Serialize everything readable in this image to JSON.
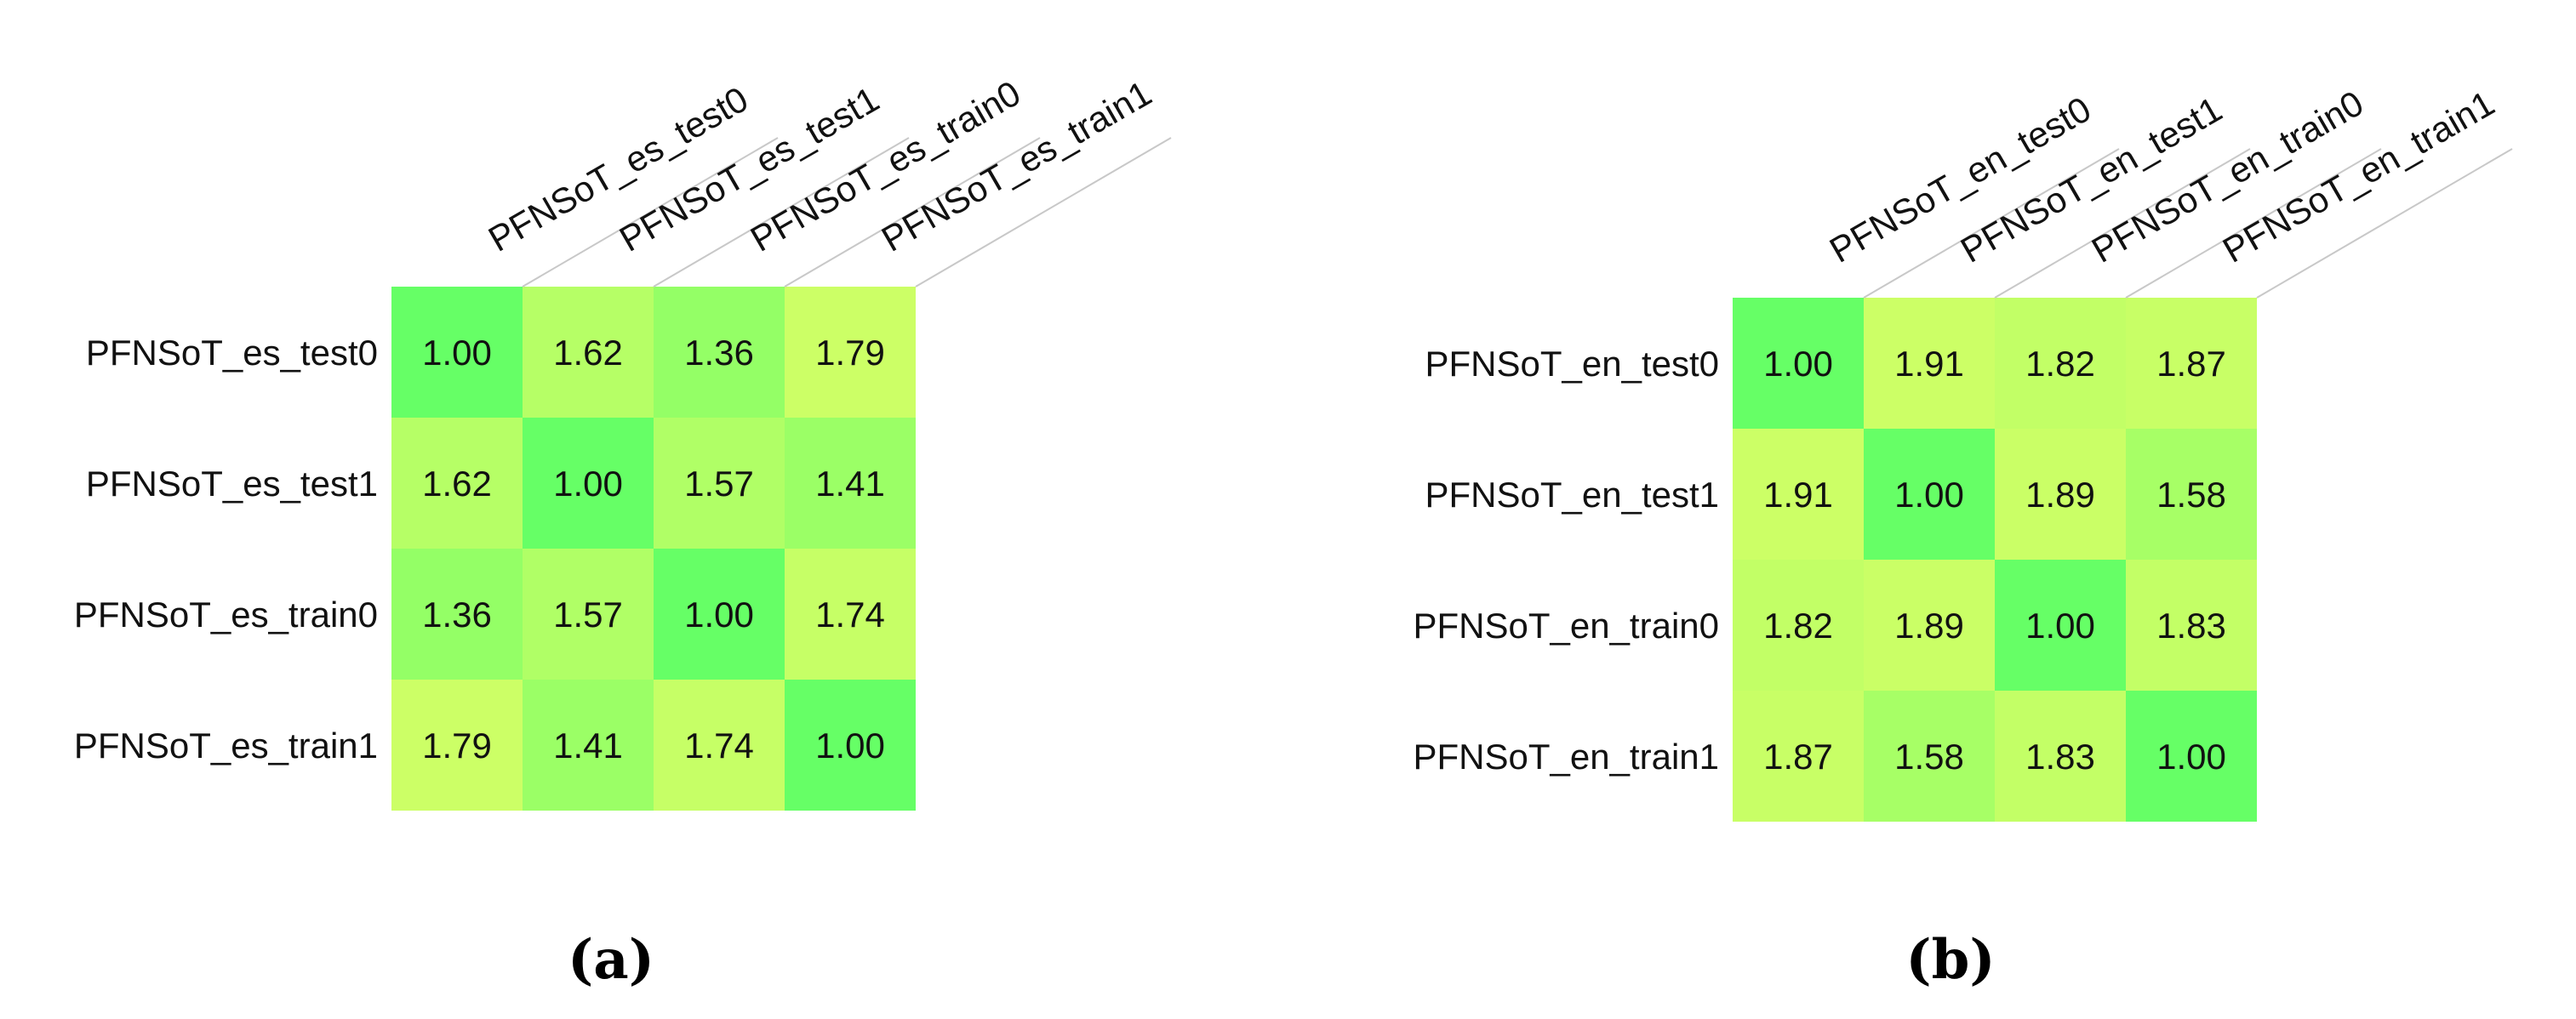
{
  "chart_data": [
    {
      "type": "heatmap",
      "caption": "(a)",
      "rows": [
        "PFNSoT_es_test0",
        "PFNSoT_es_test1",
        "PFNSoT_es_train0",
        "PFNSoT_es_train1"
      ],
      "columns": [
        "PFNSoT_es_test0",
        "PFNSoT_es_test1",
        "PFNSoT_es_train0",
        "PFNSoT_es_train1"
      ],
      "values": [
        [
          1.0,
          1.62,
          1.36,
          1.79
        ],
        [
          1.62,
          1.0,
          1.57,
          1.41
        ],
        [
          1.36,
          1.57,
          1.0,
          1.74
        ],
        [
          1.79,
          1.41,
          1.74,
          1.0
        ]
      ],
      "value_labels": [
        [
          "1.00",
          "1.62",
          "1.36",
          "1.79"
        ],
        [
          "1.62",
          "1.00",
          "1.57",
          "1.41"
        ],
        [
          "1.36",
          "1.57",
          "1.00",
          "1.74"
        ],
        [
          "1.79",
          "1.41",
          "1.74",
          "1.00"
        ]
      ]
    },
    {
      "type": "heatmap",
      "caption": "(b)",
      "rows": [
        "PFNSoT_en_test0",
        "PFNSoT_en_test1",
        "PFNSoT_en_train0",
        "PFNSoT_en_train1"
      ],
      "columns": [
        "PFNSoT_en_test0",
        "PFNSoT_en_test1",
        "PFNSoT_en_train0",
        "PFNSoT_en_train1"
      ],
      "values": [
        [
          1.0,
          1.91,
          1.82,
          1.87
        ],
        [
          1.91,
          1.0,
          1.89,
          1.58
        ],
        [
          1.82,
          1.89,
          1.0,
          1.83
        ],
        [
          1.87,
          1.58,
          1.83,
          1.0
        ]
      ],
      "value_labels": [
        [
          "1.00",
          "1.91",
          "1.82",
          "1.87"
        ],
        [
          "1.91",
          "1.00",
          "1.89",
          "1.58"
        ],
        [
          "1.82",
          "1.89",
          "1.00",
          "1.83"
        ],
        [
          "1.87",
          "1.58",
          "1.83",
          "1.00"
        ]
      ]
    }
  ],
  "colors": {
    "low": "#66ff66",
    "high": "#ccff66",
    "text": "#111111",
    "leader": "#c8c8c8"
  }
}
